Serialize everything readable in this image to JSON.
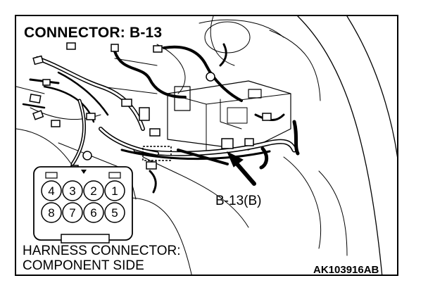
{
  "diagram": {
    "title": "CONNECTOR: B-13",
    "callout_label": "B-13(B)",
    "caption_line1": "HARNESS CONNECTOR:",
    "caption_line2": "COMPONENT SIDE",
    "figure_code": "AK103916AB",
    "connector_pins_top": [
      "4",
      "3",
      "2",
      "1"
    ],
    "connector_pins_bottom": [
      "8",
      "7",
      "6",
      "5"
    ]
  }
}
